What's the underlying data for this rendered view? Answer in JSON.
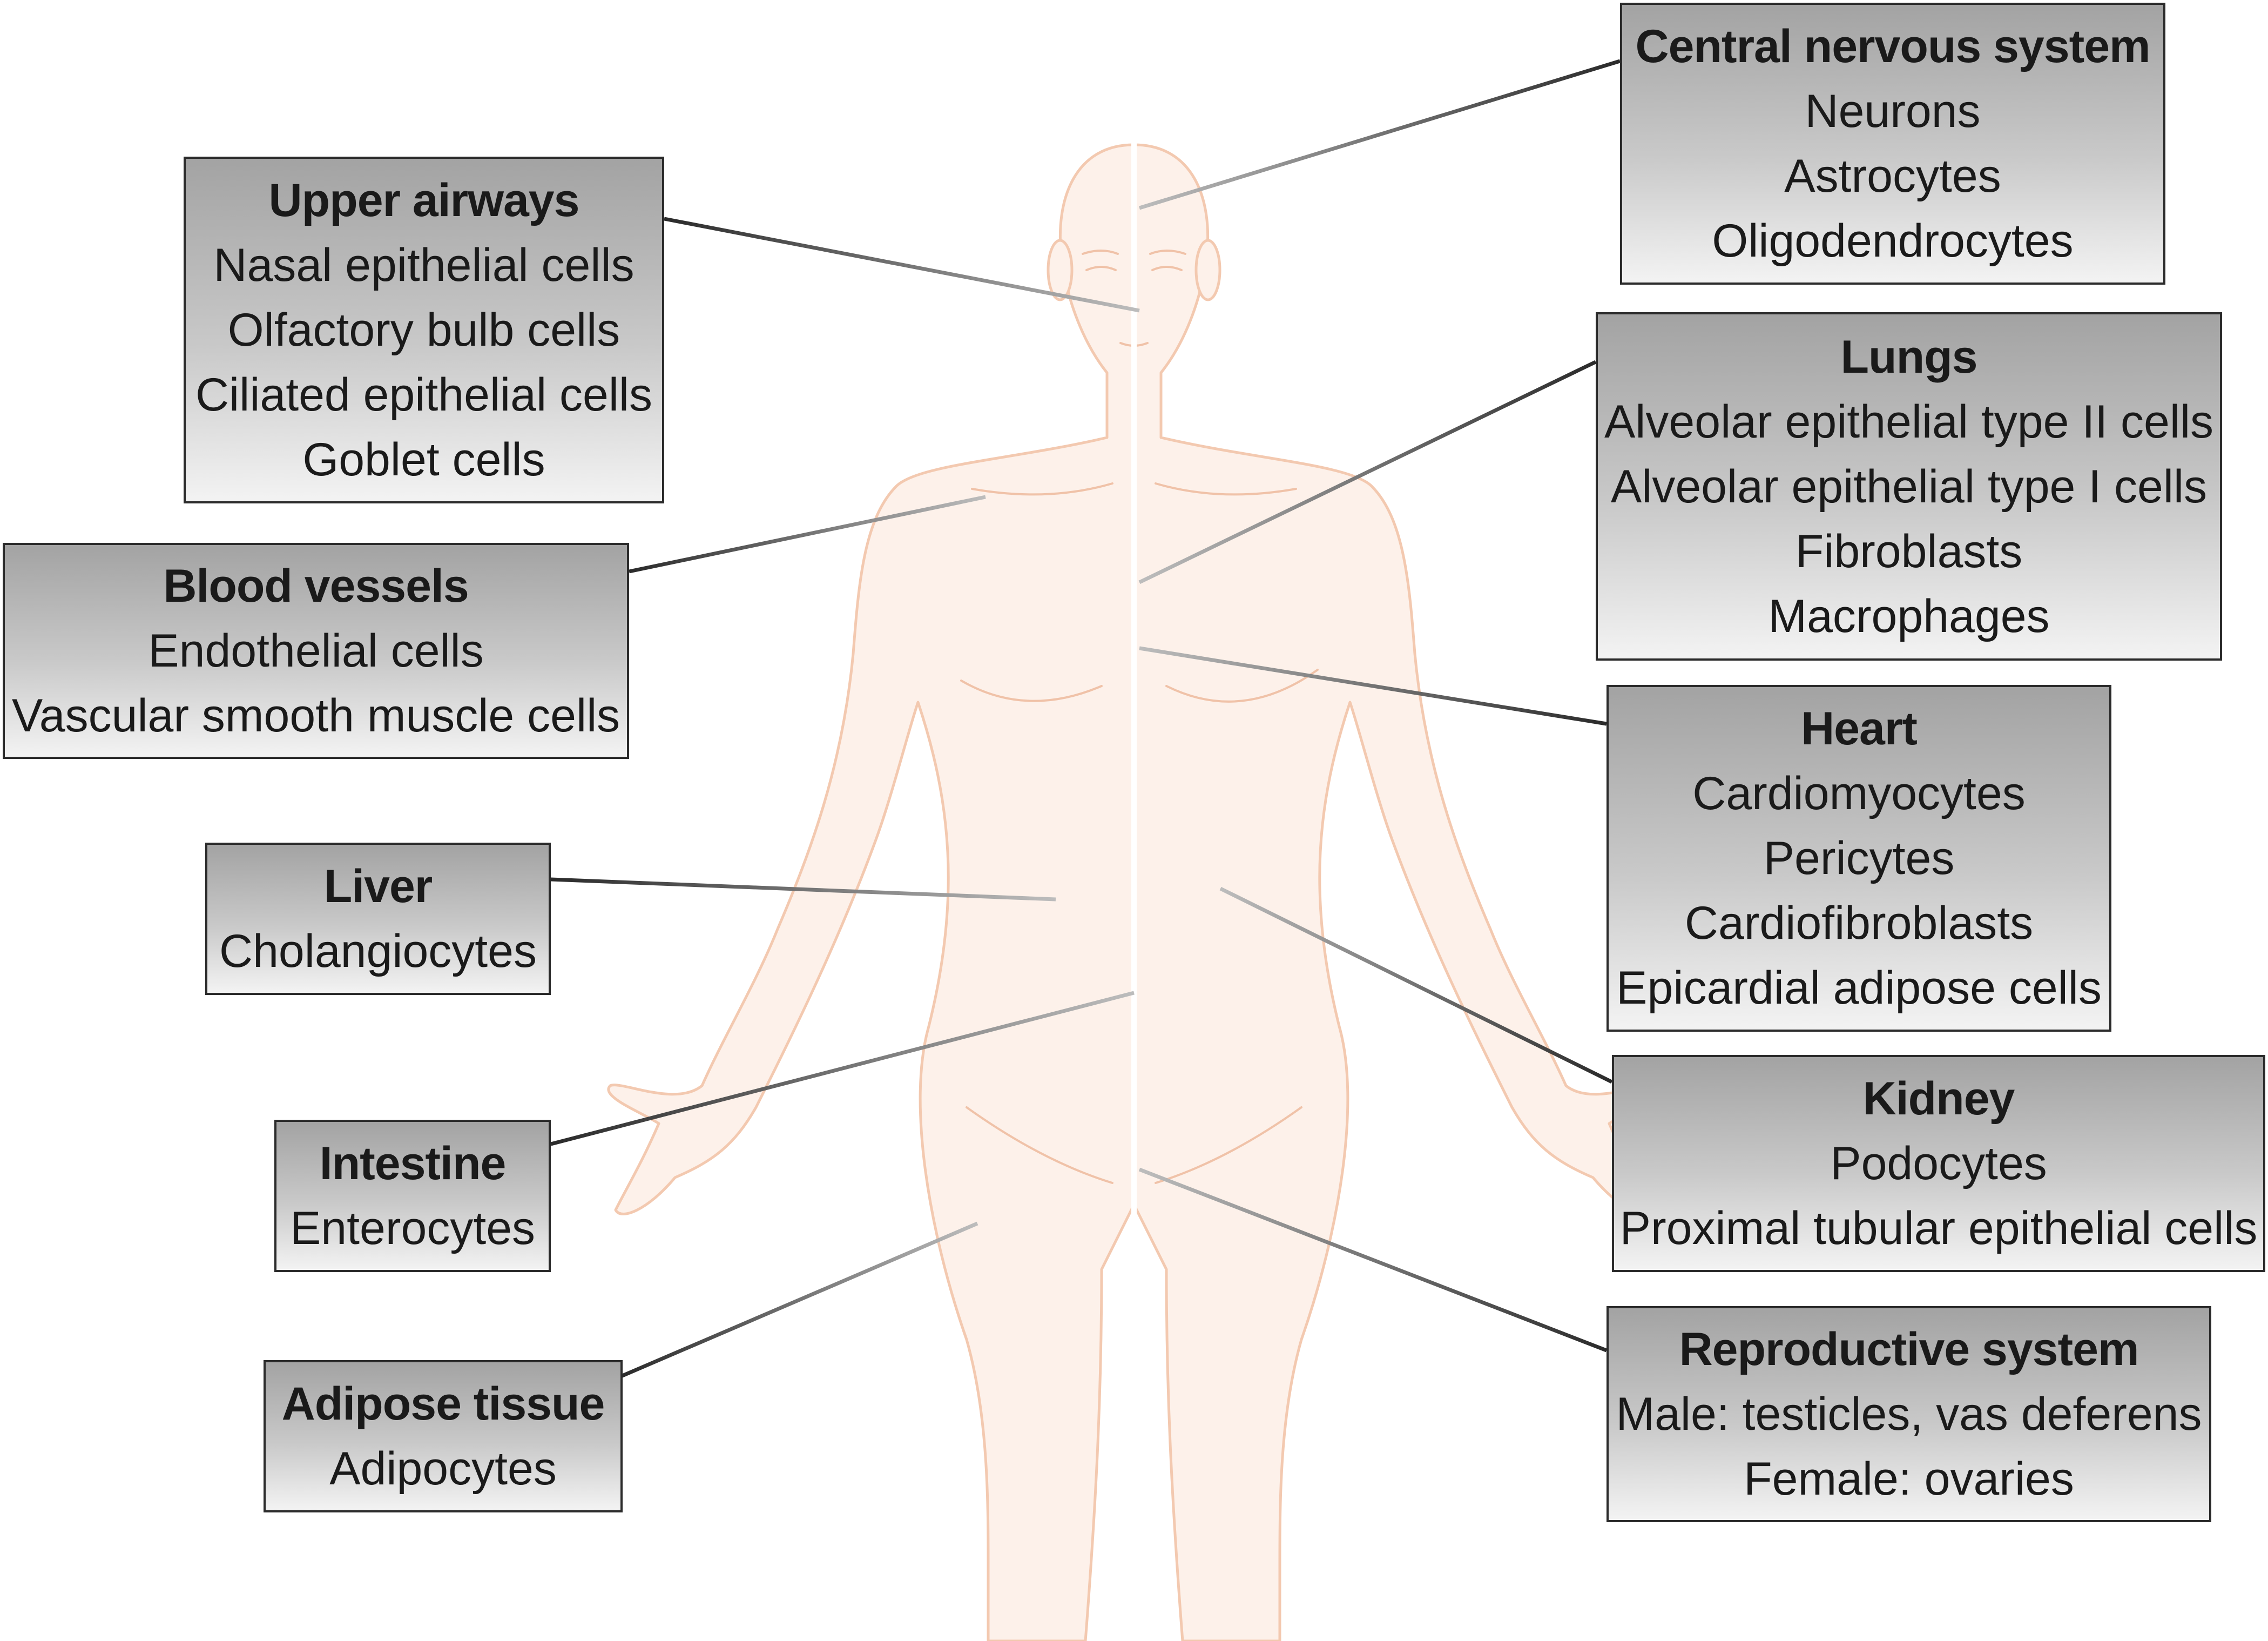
{
  "colors": {
    "skin_fill": "#fdf1ea",
    "skin_stroke": "#f3c9b0",
    "midline": "#ffffff",
    "box_border": "#2b2b2b",
    "box_gradient_top": "#a3a3a3",
    "box_gradient_bottom": "#f3f3f3",
    "connector_dark": "#2a2a2a",
    "connector_light": "#bdbdbd"
  },
  "organs": {
    "upper_airways": {
      "title": "Upper airways",
      "items": [
        "Nasal epithelial cells",
        "Olfactory bulb cells",
        "Ciliated epithelial cells",
        "Goblet cells"
      ]
    },
    "blood_vessels": {
      "title": "Blood vessels",
      "items": [
        "Endothelial cells",
        "Vascular smooth muscle cells"
      ]
    },
    "liver": {
      "title": "Liver",
      "items": [
        "Cholangiocytes"
      ]
    },
    "intestine": {
      "title": "Intestine",
      "items": [
        "Enterocytes"
      ]
    },
    "adipose_tissue": {
      "title": "Adipose tissue",
      "items": [
        "Adipocytes"
      ]
    },
    "central_nervous_system": {
      "title": "Central nervous system",
      "items": [
        "Neurons",
        "Astrocytes",
        "Oligodendrocytes"
      ]
    },
    "lungs": {
      "title": "Lungs",
      "items": [
        "Alveolar epithelial type II cells",
        "Alveolar epithelial type I cells",
        "Fibroblasts",
        "Macrophages"
      ]
    },
    "heart": {
      "title": "Heart",
      "items": [
        "Cardiomyocytes",
        "Pericytes",
        "Cardiofibroblasts",
        "Epicardial adipose cells"
      ]
    },
    "kidney": {
      "title": "Kidney",
      "items": [
        "Podocytes",
        "Proximal tubular epithelial cells"
      ]
    },
    "reproductive_system": {
      "title": "Reproductive system",
      "items": [
        "Male: testicles, vas deferens",
        "Female: ovaries"
      ]
    }
  }
}
